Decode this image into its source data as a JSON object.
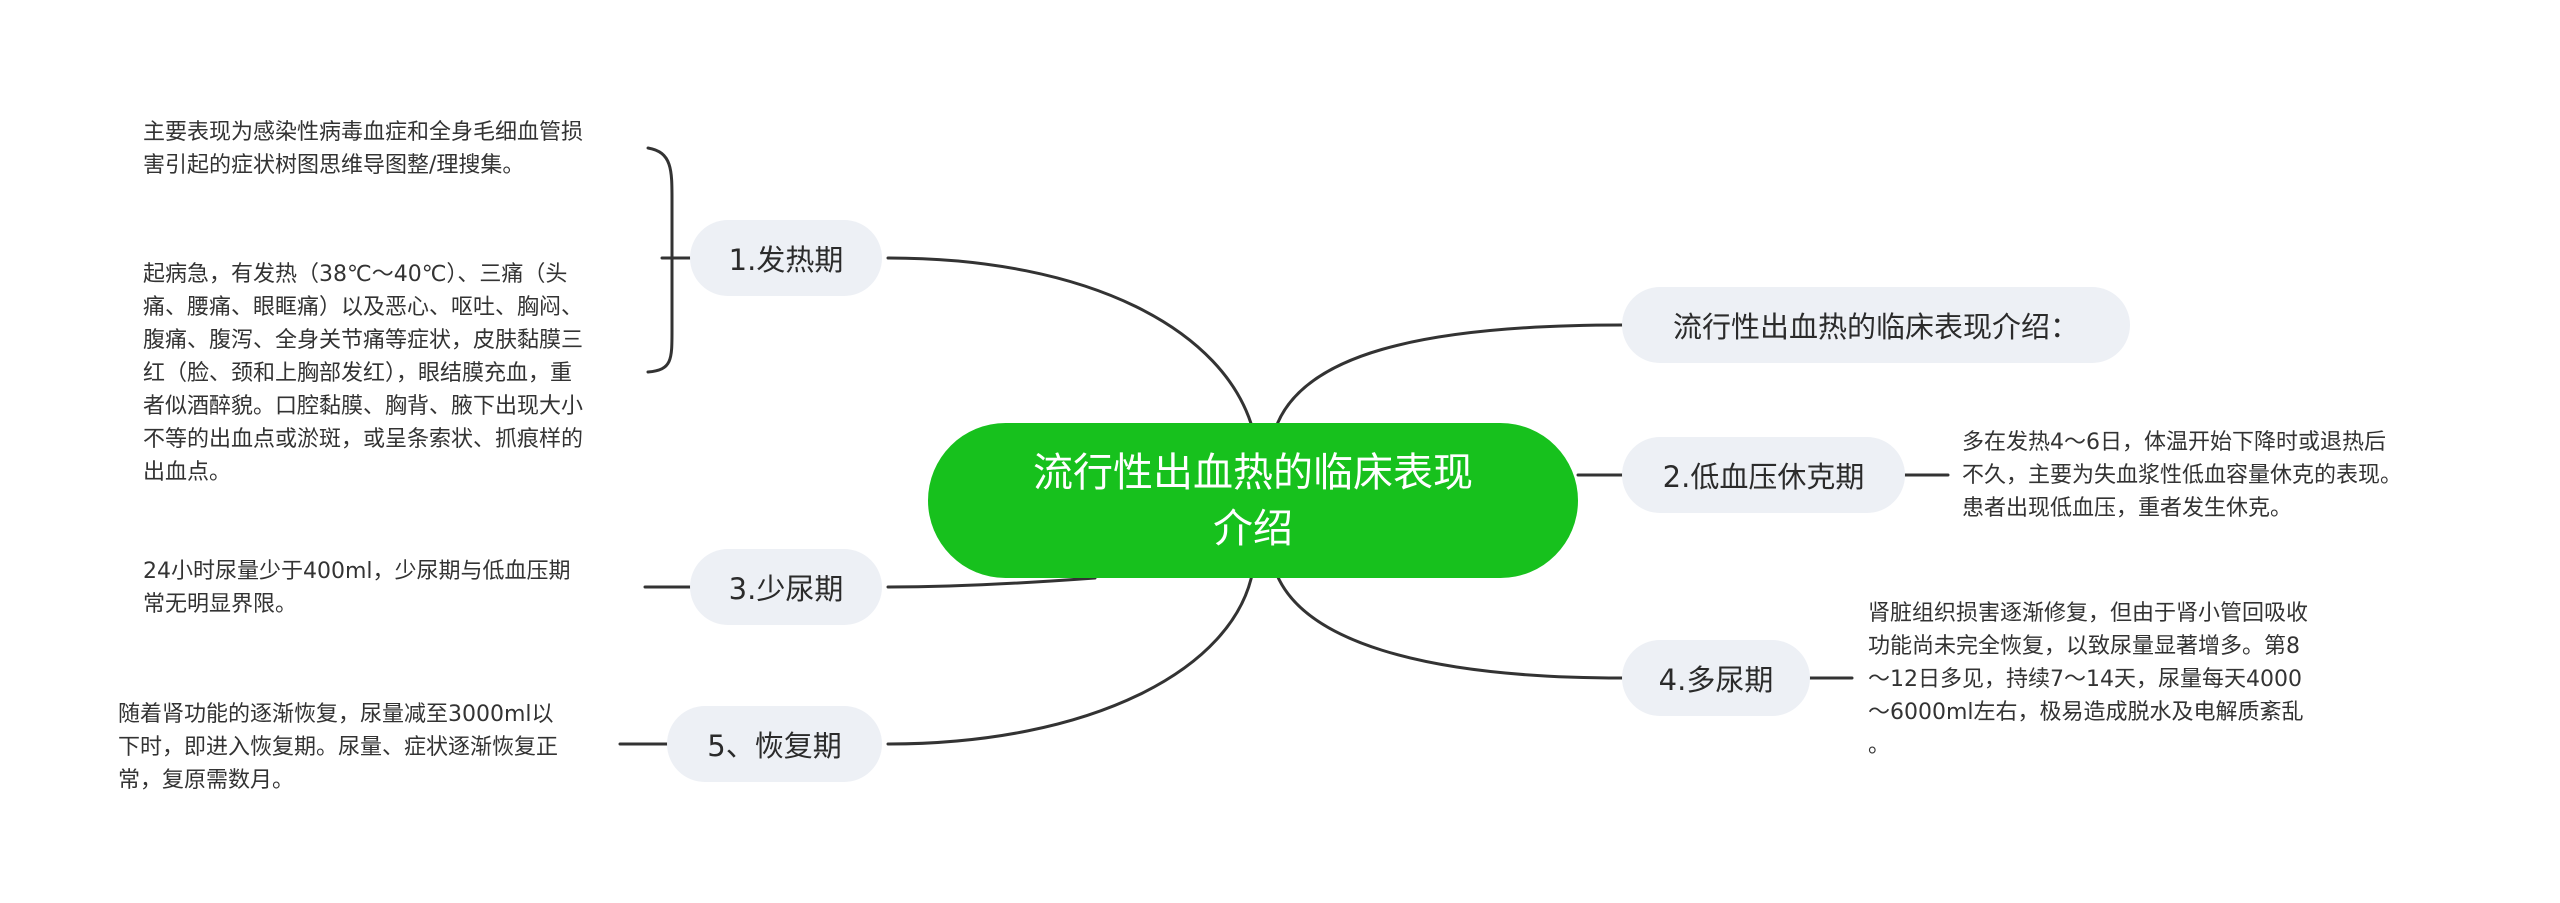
{
  "root": {
    "title": "流行性出血热的临床表现介绍"
  },
  "branches": [
    {
      "label": "1.发热期",
      "notes": [
        "主要表现为感染性病毒血症和全身毛细血管损\n害引起的症状树图思维导图整/理搜集。",
        "起病急，有发热（38℃～40℃）、三痛（头\n痛、腰痛、眼眶痛）以及恶心、呕吐、胸闷、\n腹痛、腹泻、全身关节痛等症状，皮肤黏膜三\n红（脸、颈和上胸部发红），眼结膜充血，重\n者似酒醉貌。口腔黏膜、胸背、腋下出现大小\n不等的出血点或淤斑，或呈条索状、抓痕样的\n出血点。"
      ]
    },
    {
      "label": "3.少尿期",
      "notes": [
        "24小时尿量少于400ml，少尿期与低血压期\n常无明显界限。"
      ]
    },
    {
      "label": "5、恢复期",
      "notes": [
        "随着肾功能的逐渐恢复，尿量减至3000ml以\n下时，即进入恢复期。尿量、症状逐渐恢复正\n常，复原需数月。"
      ]
    },
    {
      "label": "流行性出血热的临床表现介绍：",
      "notes": []
    },
    {
      "label": "2.低血压休克期",
      "notes": [
        "多在发热4～6日，体温开始下降时或退热后\n不久，主要为失血浆性低血容量休克的表现。\n患者出现低血压，重者发生休克。"
      ]
    },
    {
      "label": "4.多尿期",
      "notes": [
        "肾脏组织损害逐渐修复，但由于肾小管回吸收\n功能尚未完全恢复，以致尿量显著增多。第8\n～12日多见，持续7～14天，尿量每天4000\n～6000ml左右，极易造成脱水及电解质紊乱\n。"
      ]
    }
  ],
  "colors": {
    "root_fill": "#17c11d",
    "root_text": "#ffffff",
    "branch_fill": "#edf0f5",
    "connector": "#333333",
    "text": "#333333"
  }
}
